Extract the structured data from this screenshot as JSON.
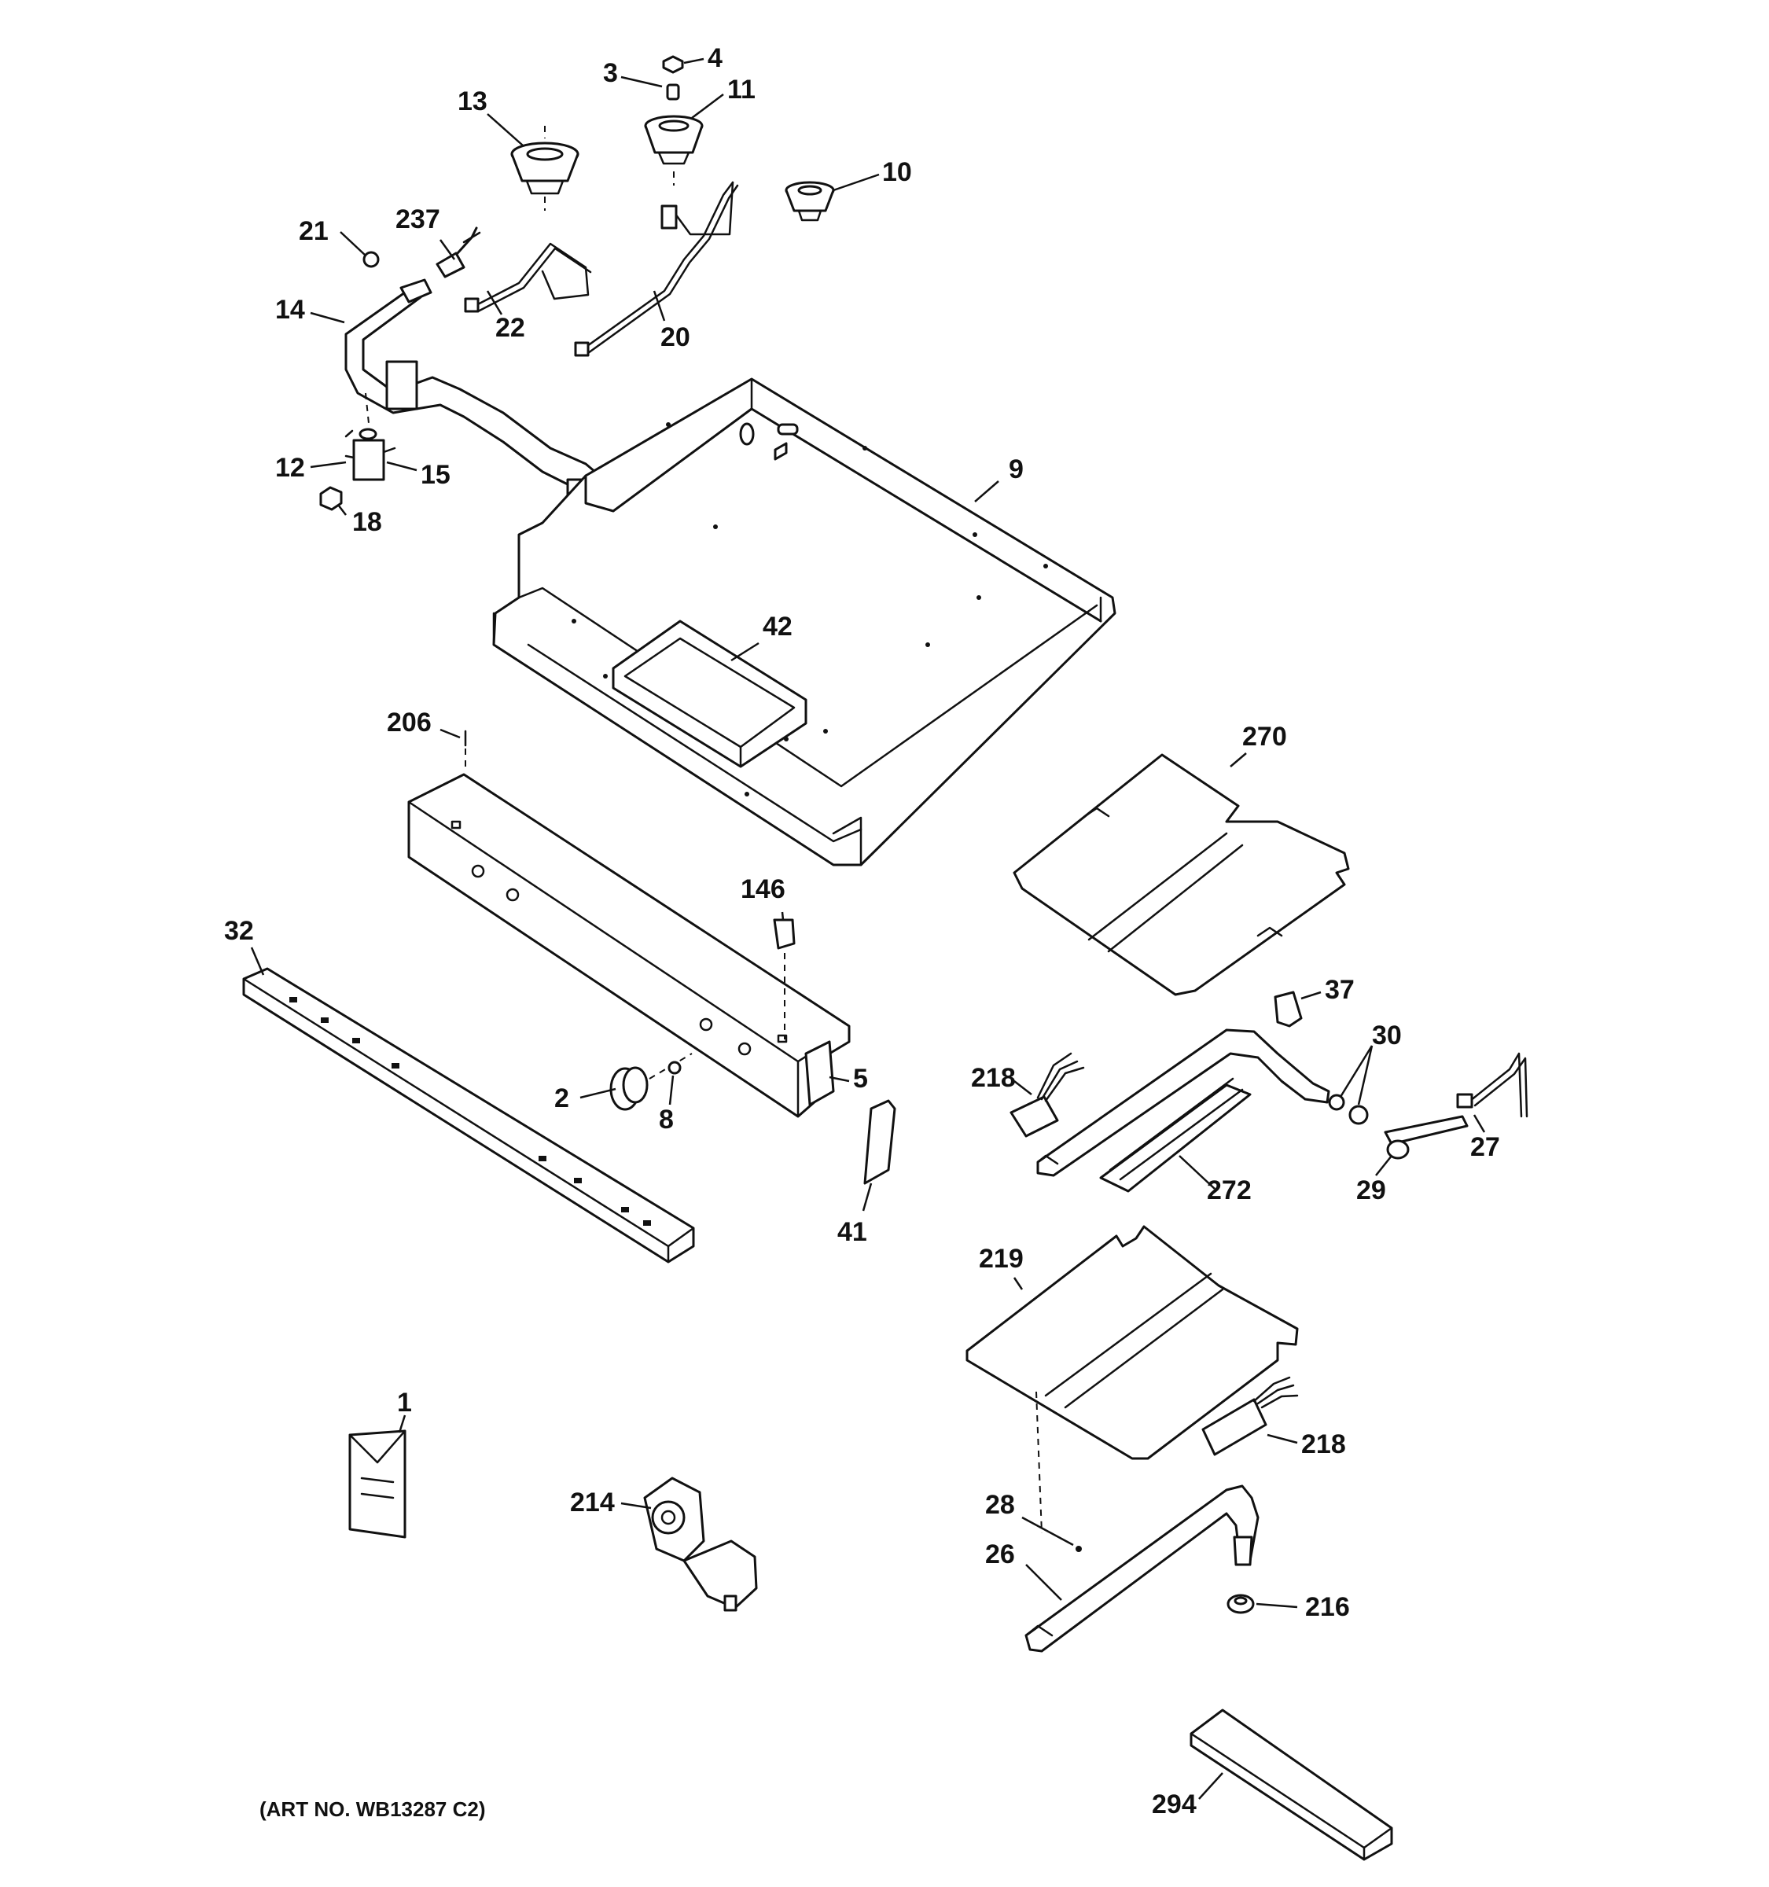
{
  "diagram": {
    "art_number": "(ART NO. WB13287 C2)",
    "callouts": {
      "c1": "1",
      "c2": "2",
      "c3": "3",
      "c4": "4",
      "c5": "5",
      "c8": "8",
      "c9": "9",
      "c10": "10",
      "c11": "11",
      "c12": "12",
      "c13": "13",
      "c14": "14",
      "c15": "15",
      "c18": "18",
      "c20": "20",
      "c21": "21",
      "c22": "22",
      "c26": "26",
      "c27": "27",
      "c28": "28",
      "c29": "29",
      "c30": "30",
      "c32": "32",
      "c37": "37",
      "c41": "41",
      "c42": "42",
      "c146": "146",
      "c206": "206",
      "c214": "214",
      "c216": "216",
      "c218a": "218",
      "c218b": "218",
      "c219": "219",
      "c237": "237",
      "c270": "270",
      "c272": "272",
      "c294": "294"
    }
  }
}
